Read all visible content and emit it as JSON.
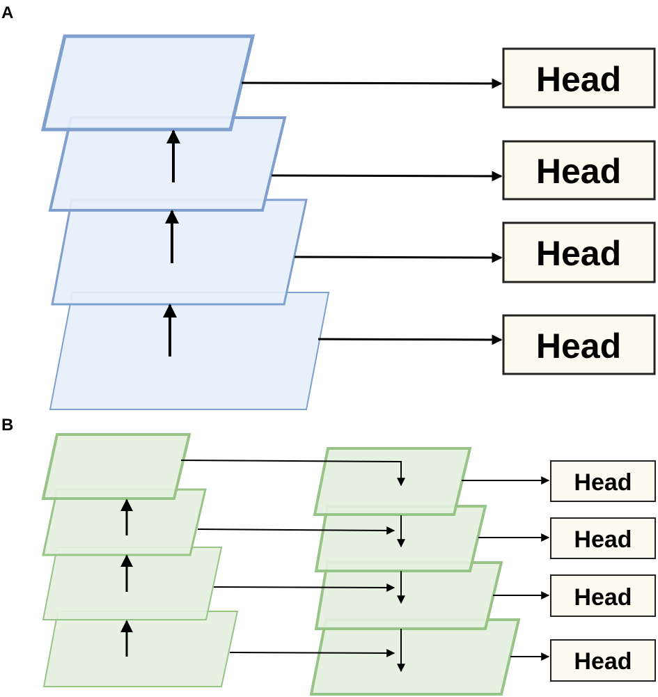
{
  "panels": [
    {
      "label": "A",
      "layer_fill": "#e6f0fb",
      "layer_stroke": "#7f9fcf",
      "head_label": "Head",
      "head_fill": "#fdfbef",
      "head_stroke": "#222222",
      "arrow_color": "#000000",
      "head_count": 4
    },
    {
      "label": "B",
      "layer_fill": "#e4f0df",
      "layer_stroke": "#98c487",
      "head_label": "Head",
      "head_fill": "#fdfbef",
      "head_stroke": "#222222",
      "arrow_color": "#000000",
      "head_count": 4
    }
  ]
}
